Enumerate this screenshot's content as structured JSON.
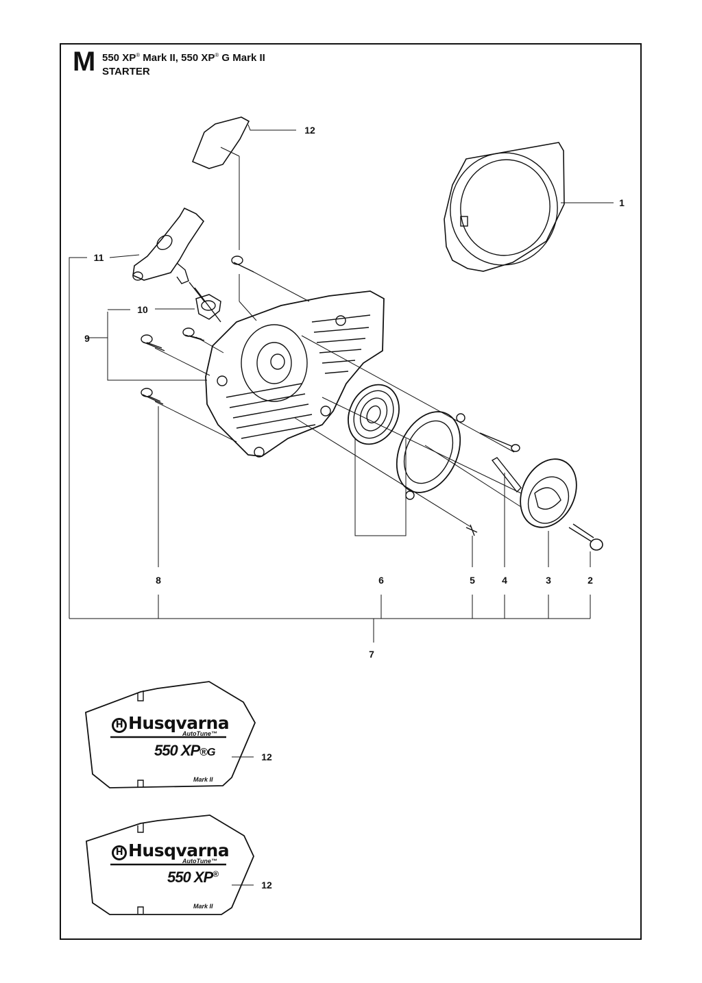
{
  "header": {
    "section_letter": "M",
    "title_line1_a": "550 XP",
    "title_line1_b": " Mark II, 550 XP",
    "title_line1_c": " G Mark II",
    "registered": "®",
    "title_line2": "STARTER"
  },
  "callouts": {
    "c1": "1",
    "c2": "2",
    "c3": "3",
    "c4": "4",
    "c5": "5",
    "c6": "6",
    "c7": "7",
    "c8": "8",
    "c9": "9",
    "c10": "10",
    "c11": "11",
    "c12_top": "12",
    "c12_decal_g": "12",
    "c12_decal": "12"
  },
  "decal_g": {
    "brand": "Husqvarna",
    "logo_letter": "H",
    "autotune": "AutoTune™",
    "model": "550 XP",
    "model_suffix": "®G",
    "mark": "Mark II"
  },
  "decal_std": {
    "brand": "Husqvarna",
    "logo_letter": "H",
    "autotune": "AutoTune™",
    "model": "550 XP",
    "model_suffix": "®",
    "mark": "Mark II"
  }
}
